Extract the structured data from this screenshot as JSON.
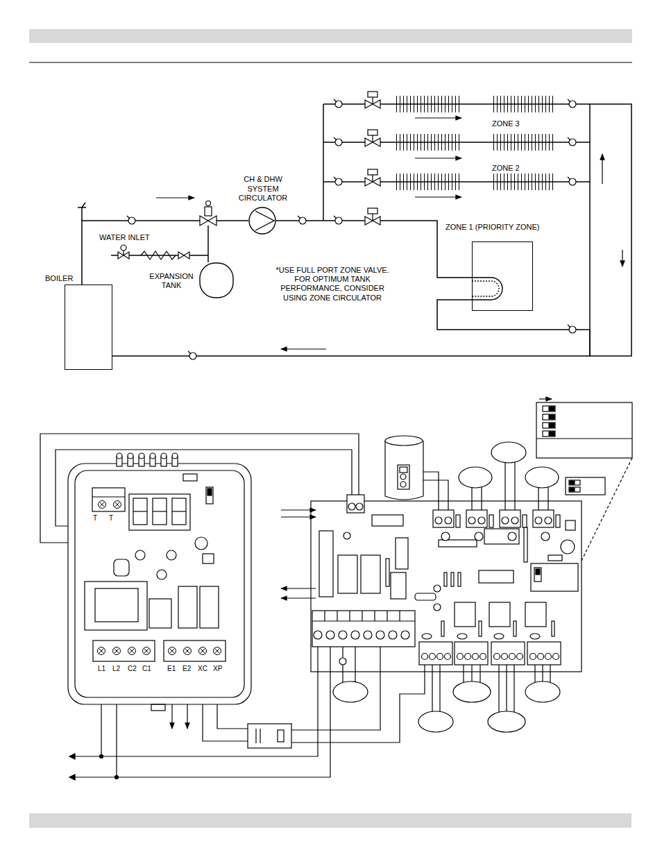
{
  "diagram": {
    "nodes": [
      {
        "text": [
          "BOILER"
        ]
      },
      {
        "text": [
          "EXPANSION TANK"
        ]
      },
      {
        "text": [
          "CH & DHW SYSTEM CIRCULATOR"
        ]
      },
      {
        "text": [
          "ZONE 1 (PRIORITY ZONE)"
        ]
      }
    ],
    "edges": [
      {
        "from": 0,
        "to": 2,
        "arrow": "none"
      },
      {
        "from": 2,
        "to": 3,
        "arrow": "none"
      },
      {
        "from": 3,
        "to": 0,
        "arrow": "none"
      }
    ],
    "labels": [
      "ZONE 3",
      "ZONE 2",
      "WATER INLET",
      "*USE FULL PORT ZONE VALVE. FOR OPTIMUM TANK PERFORMANCE, CONSIDER USING ZONE CIRCULATOR",
      "T",
      "T",
      "L1",
      "L2",
      "C2",
      "C1",
      "E1",
      "E2",
      "XC",
      "XP"
    ]
  }
}
